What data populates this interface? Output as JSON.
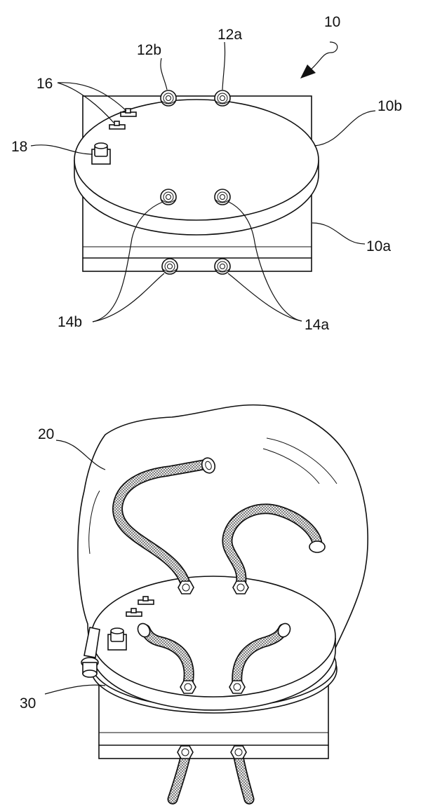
{
  "figure": {
    "labels": {
      "device": "10",
      "lower_body": "10a",
      "upper_plate": "10b",
      "port_12a": "12a",
      "port_12b": "12b",
      "port_14a": "14a",
      "port_14b": "14b",
      "sensors": "16",
      "connector": "18",
      "bag": "20",
      "gasket": "30"
    }
  }
}
